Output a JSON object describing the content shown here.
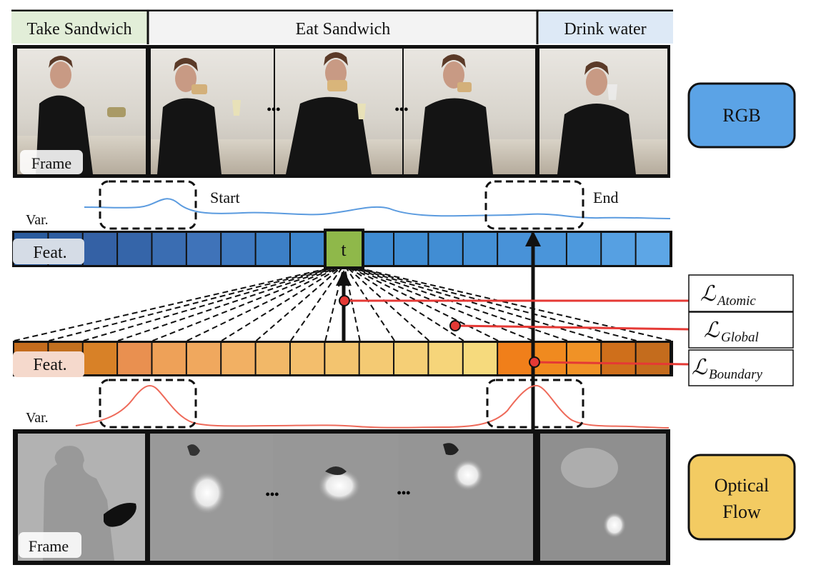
{
  "actions": [
    "Take Sandwich",
    "Eat Sandwich",
    "Drink water"
  ],
  "action_colors": [
    "#e2eed8",
    "#f3f3f3",
    "#dde9f6"
  ],
  "frame_label": "Frame",
  "ellipsis": "•••",
  "rgb_label": "RGB",
  "rgb_color": "#5ba3e6",
  "flow_label_line1": "Optical",
  "flow_label_line2": "Flow",
  "flow_color": "#f3cb62",
  "var_label": "Var.",
  "feat_label": "Feat.",
  "start_label": "Start",
  "end_label": "End",
  "token_label": "t",
  "token_color": "#8fb84a",
  "loss_symbol": "ℒ",
  "loss_atomic": "Atomic",
  "loss_global": "Global",
  "loss_boundary": "Boundary",
  "line_color": "#e53935",
  "rgb_var_color": "#5b9bdf",
  "flow_var_color": "#ee6a5a",
  "rgb_feat_colors": [
    "#2a5b9d",
    "#2e5da0",
    "#3461a5",
    "#3565a9",
    "#3a6db2",
    "#3f73b9",
    "#3e79c0",
    "#3c7fc6",
    "#3d85cc",
    "#3f89cf",
    "#3f8bd1",
    "#3f8cd2",
    "#418dd3",
    "#4490d6",
    "#4892d8",
    "#4a95da",
    "#4d99dd",
    "#56a0e2",
    "#5da6e6"
  ],
  "flow_feat_colors": [
    "#c46c1d",
    "#c2701f",
    "#d88127",
    "#e99050",
    "#eea158",
    "#f0a85e",
    "#f2b063",
    "#f2b868",
    "#f3be6c",
    "#f3c46f",
    "#f4ca73",
    "#f5cf76",
    "#f6d57a",
    "#f6da7d",
    "#f07f1a",
    "#f08a1f",
    "#f09226",
    "#cf6f1b",
    "#c46c1d"
  ]
}
